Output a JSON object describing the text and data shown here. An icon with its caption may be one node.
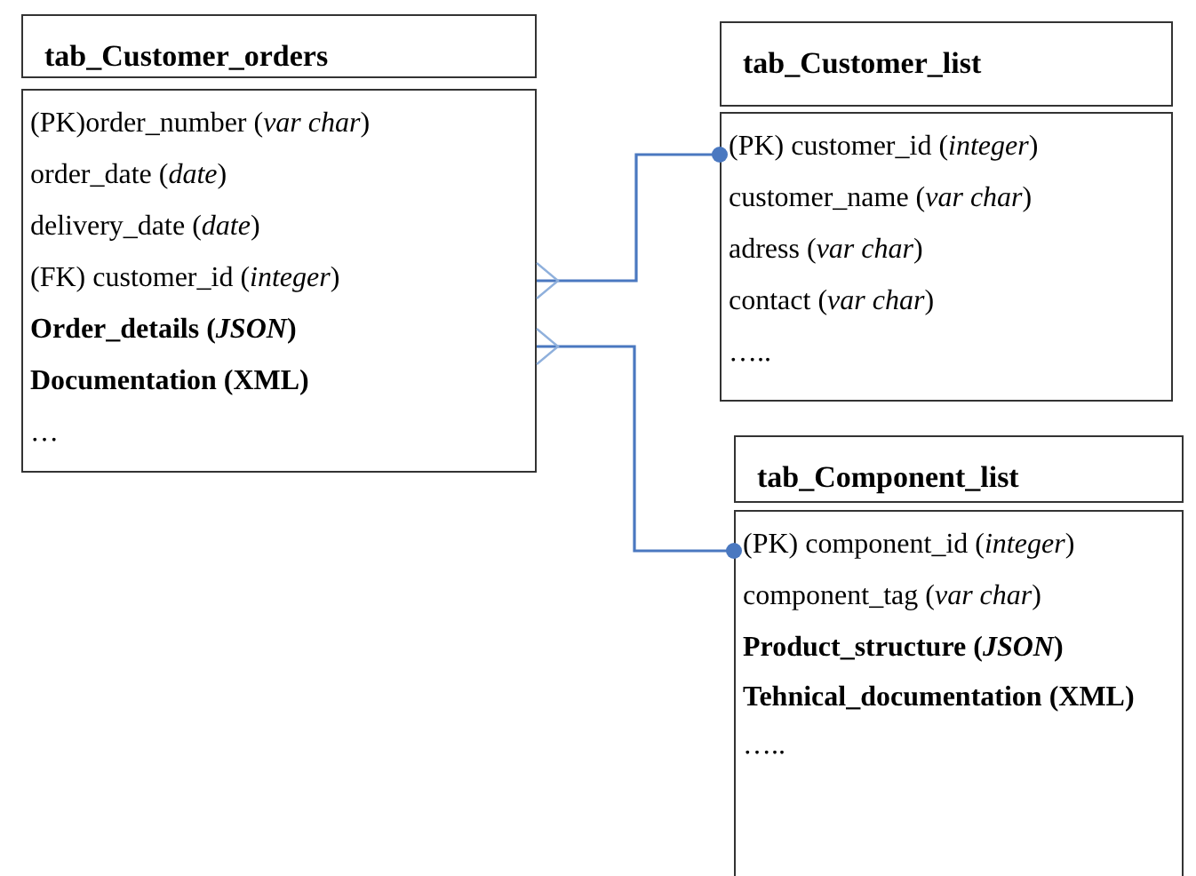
{
  "diagram": {
    "nodes": [
      {
        "text": [
          "tab_Customer_orders"
        ]
      },
      {
        "text": [
          "(PK)order_number (*var char*)",
          "order_date (*date*)",
          "delivery_date (*date*)",
          "(FK) customer_id (*integer*)",
          "**Order_details (*JSON*)**",
          "**Documentation (XML)**",
          "…"
        ]
      },
      {
        "text": [
          "tab_Customer_list"
        ]
      },
      {
        "text": [
          "(PK) customer_id (*integer*)",
          "customer_name (*var char*)",
          "adress (*var char*)",
          "contact (*var char*)",
          "….."
        ]
      },
      {
        "text": [
          "tab_Component_list"
        ]
      },
      {
        "text": [
          "(PK) component_id (*integer*)",
          "component_tag (*var char*)",
          "**Product_structure (*JSON*)**",
          "**Tehnical_documentation (XML)**",
          "….."
        ]
      }
    ],
    "edges": [
      {
        "from": 1,
        "to": 3,
        "arrow": "other"
      },
      {
        "from": 1,
        "to": 5,
        "arrow": "other"
      }
    ]
  }
}
